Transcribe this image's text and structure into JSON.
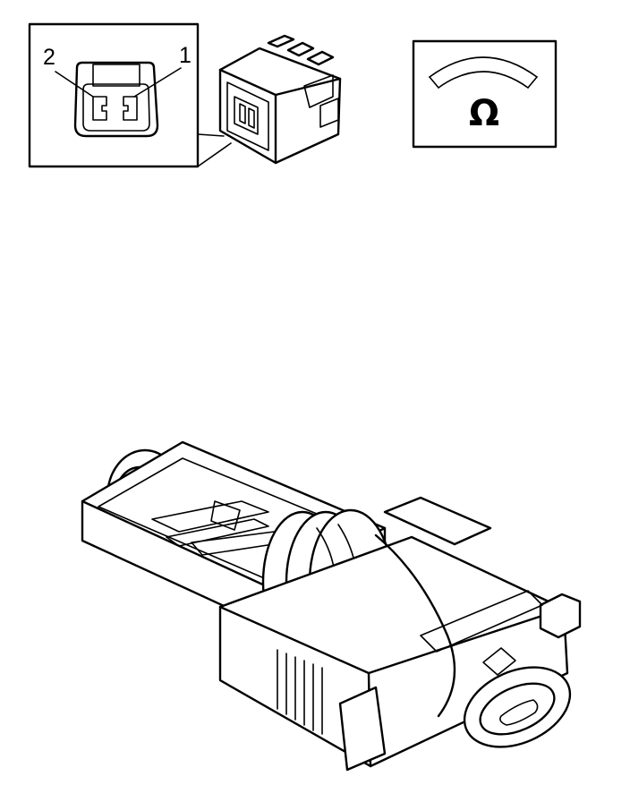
{
  "inset": {
    "pin_labels": {
      "left": "2",
      "right": "1"
    }
  },
  "meter_symbol": {
    "unit": "Ω",
    "icon": "ohmmeter-icon"
  },
  "colors": {
    "ink": "#000000",
    "paper": "#ffffff"
  }
}
